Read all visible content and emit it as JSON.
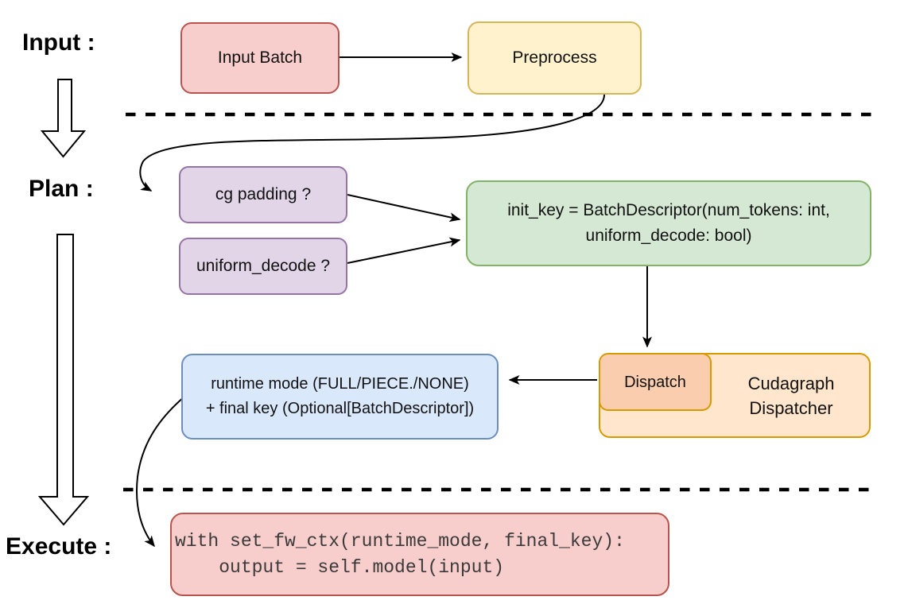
{
  "stage_labels": {
    "input": "Input :",
    "plan": "Plan :",
    "execute": "Execute :"
  },
  "nodes": {
    "input_batch": {
      "label": "Input Batch"
    },
    "preprocess": {
      "label": "Preprocess"
    },
    "cg_padding": {
      "label": "cg padding ?"
    },
    "uniform_decode": {
      "label": "uniform_decode ?"
    },
    "init_key": {
      "line1": "init_key = BatchDescriptor(num_tokens: int,",
      "line2": "uniform_decode: bool)"
    },
    "dispatch": {
      "label": "Dispatch"
    },
    "cudagraph_dispatcher": {
      "line1": "Cudagraph",
      "line2": "Dispatcher"
    },
    "runtime_mode": {
      "line1": "runtime mode (FULL/PIECE./NONE)",
      "line2": "+ final key (Optional[BatchDescriptor])"
    },
    "execute_code": {
      "line1": "with set_fw_ctx(runtime_mode, final_key):",
      "line2": "    output = self.model(input)"
    }
  },
  "colors": {
    "red_fill": "#f8cecc",
    "red_stroke": "#b85450",
    "yellow_fill": "#fff2cc",
    "yellow_stroke": "#d6b656",
    "purple_fill": "#e1d5e7",
    "purple_stroke": "#9673a6",
    "green_fill": "#d5e8d4",
    "green_stroke": "#82b366",
    "orange_fill": "#ffe6cc",
    "orange_stroke": "#d79b00",
    "dispatch_fill": "#f9cdad",
    "blue_fill": "#dae8fc",
    "blue_stroke": "#6c8ebf",
    "line_color": "#000000",
    "code_text": "#3a3a3a"
  }
}
